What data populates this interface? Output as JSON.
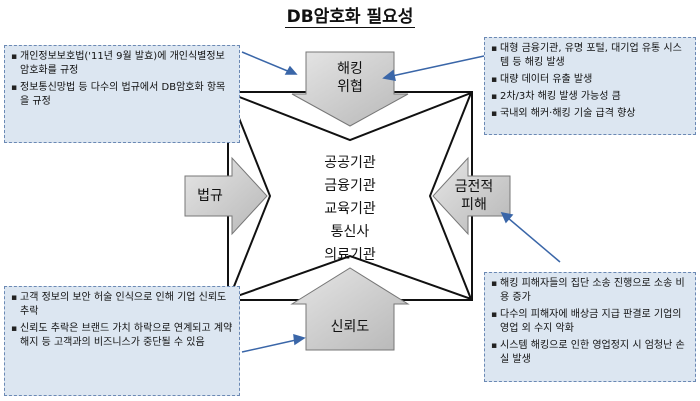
{
  "title": "DB암호화 필요성",
  "center_items": [
    "공공기관",
    "금융기관",
    "교육기관",
    "통신사",
    "의료기관"
  ],
  "arrows": {
    "top": "해킹\n위협",
    "left": "법규",
    "right": "금전적\n피해",
    "bottom": "신뢰도"
  },
  "boxes": {
    "top_left": [
      "개인정보보호법('11년 9월 발효)에 개인식별정보 암호화를 규정",
      "정보통신망법 등 다수의 법규에서 DB암호화 항목을 규정"
    ],
    "top_right": [
      "대형 금융기관, 유명 포털, 대기업 유통 시스템 등 해킹 발생",
      "대량 데이터 유출 발생",
      "2차/3차 해킹 발생 가능성 큼",
      "국내외 해커·해킹 기술 급격 향상"
    ],
    "bottom_left": [
      "고객 정보의 보안 허술 인식으로 인해 기업 신뢰도 추락",
      "신뢰도 추락은 브랜드 가치 하락으로 연계되고 계약 해지 등 고객과의 비즈니스가 중단될 수 있음"
    ],
    "bottom_right": [
      "해킹 피해자들의 집단 소송 진행으로 소송 비용 증가",
      "다수의 피해자에 배상금 지급 판결로 기업의 영업 외 수지 악화",
      "시스템 해킹으로 인한 영업정지 시 엄청난 손실 발생"
    ]
  }
}
